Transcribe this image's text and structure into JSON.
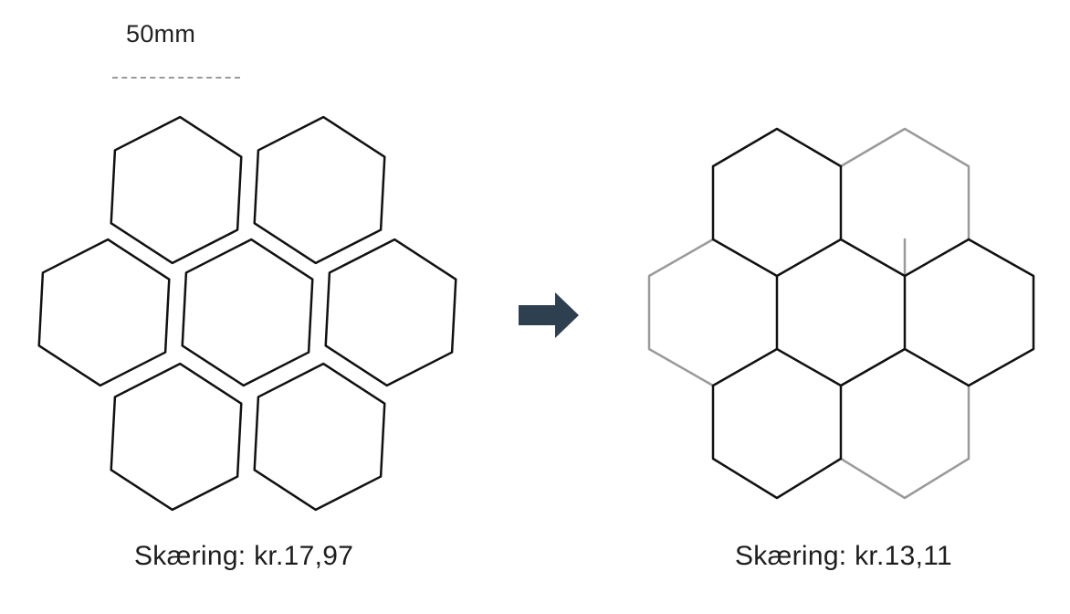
{
  "scale": {
    "label": "50mm"
  },
  "layouts": {
    "separate": {
      "cost_label": "Skæring: kr.17,97"
    },
    "shared_edges": {
      "cost_label": "Skæring: kr.13,11"
    }
  },
  "colors": {
    "cut_line": "#111111",
    "shared_line": "#9a9a9a",
    "arrow": "#2e3f4f",
    "scale_line": "#9a9a9a"
  }
}
